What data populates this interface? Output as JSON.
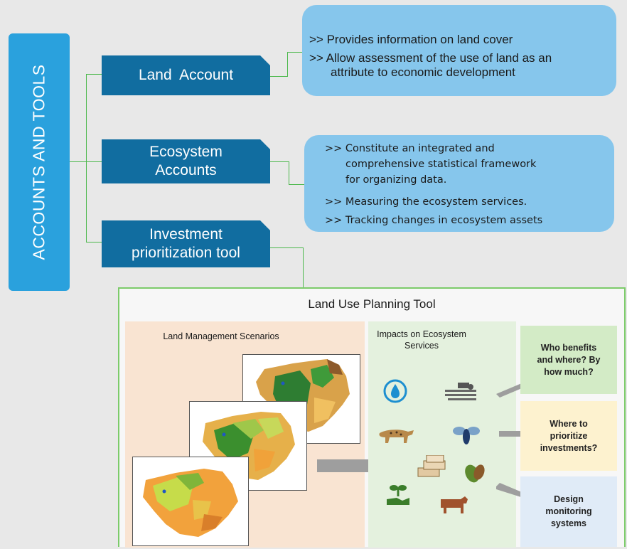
{
  "sidebar": {
    "title": "ACCOUNTS AND TOOLS"
  },
  "accounts": [
    {
      "label": "Land  Account",
      "description": [
        ">> Provides information on land cover",
        ">> Allow assessment of the use of land as an",
        "attribute to economic development"
      ]
    },
    {
      "label_lines": [
        "Ecosystem",
        "Accounts"
      ],
      "description": [
        ">> Constitute an integrated and",
        "comprehensive statistical framework",
        "for organizing data.",
        ">> Measuring the ecosystem services.",
        ">> Tracking changes in ecosystem assets"
      ]
    },
    {
      "label_lines": [
        "Investment",
        "prioritization tool"
      ]
    }
  ],
  "planning_tool": {
    "title": "Land Use Planning Tool",
    "scenarios_title": "Land Management Scenarios",
    "impacts_title_lines": [
      "Impacts on Ecosystem",
      "Services"
    ],
    "impact_icons": [
      "water-cycle-icon",
      "tractor-icon",
      "leopard-icon",
      "bee-icon",
      "timber-icon",
      "cocoa-icon",
      "plant-hand-icon",
      "cow-icon"
    ],
    "outputs": [
      {
        "lines": [
          "Who benefits",
          "and where? By",
          "how much?"
        ],
        "color": "#d3ebc6"
      },
      {
        "lines": [
          "Where to",
          "prioritize",
          "investments?"
        ],
        "color": "#fdf2cf"
      },
      {
        "lines": [
          "Design",
          "monitoring",
          "systems"
        ],
        "color": "#e0ebf7"
      }
    ]
  },
  "colors": {
    "banner": "#2aa1dd",
    "account_box": "#116da0",
    "description_box": "#86c6ec",
    "connector": "#4cb84c"
  }
}
